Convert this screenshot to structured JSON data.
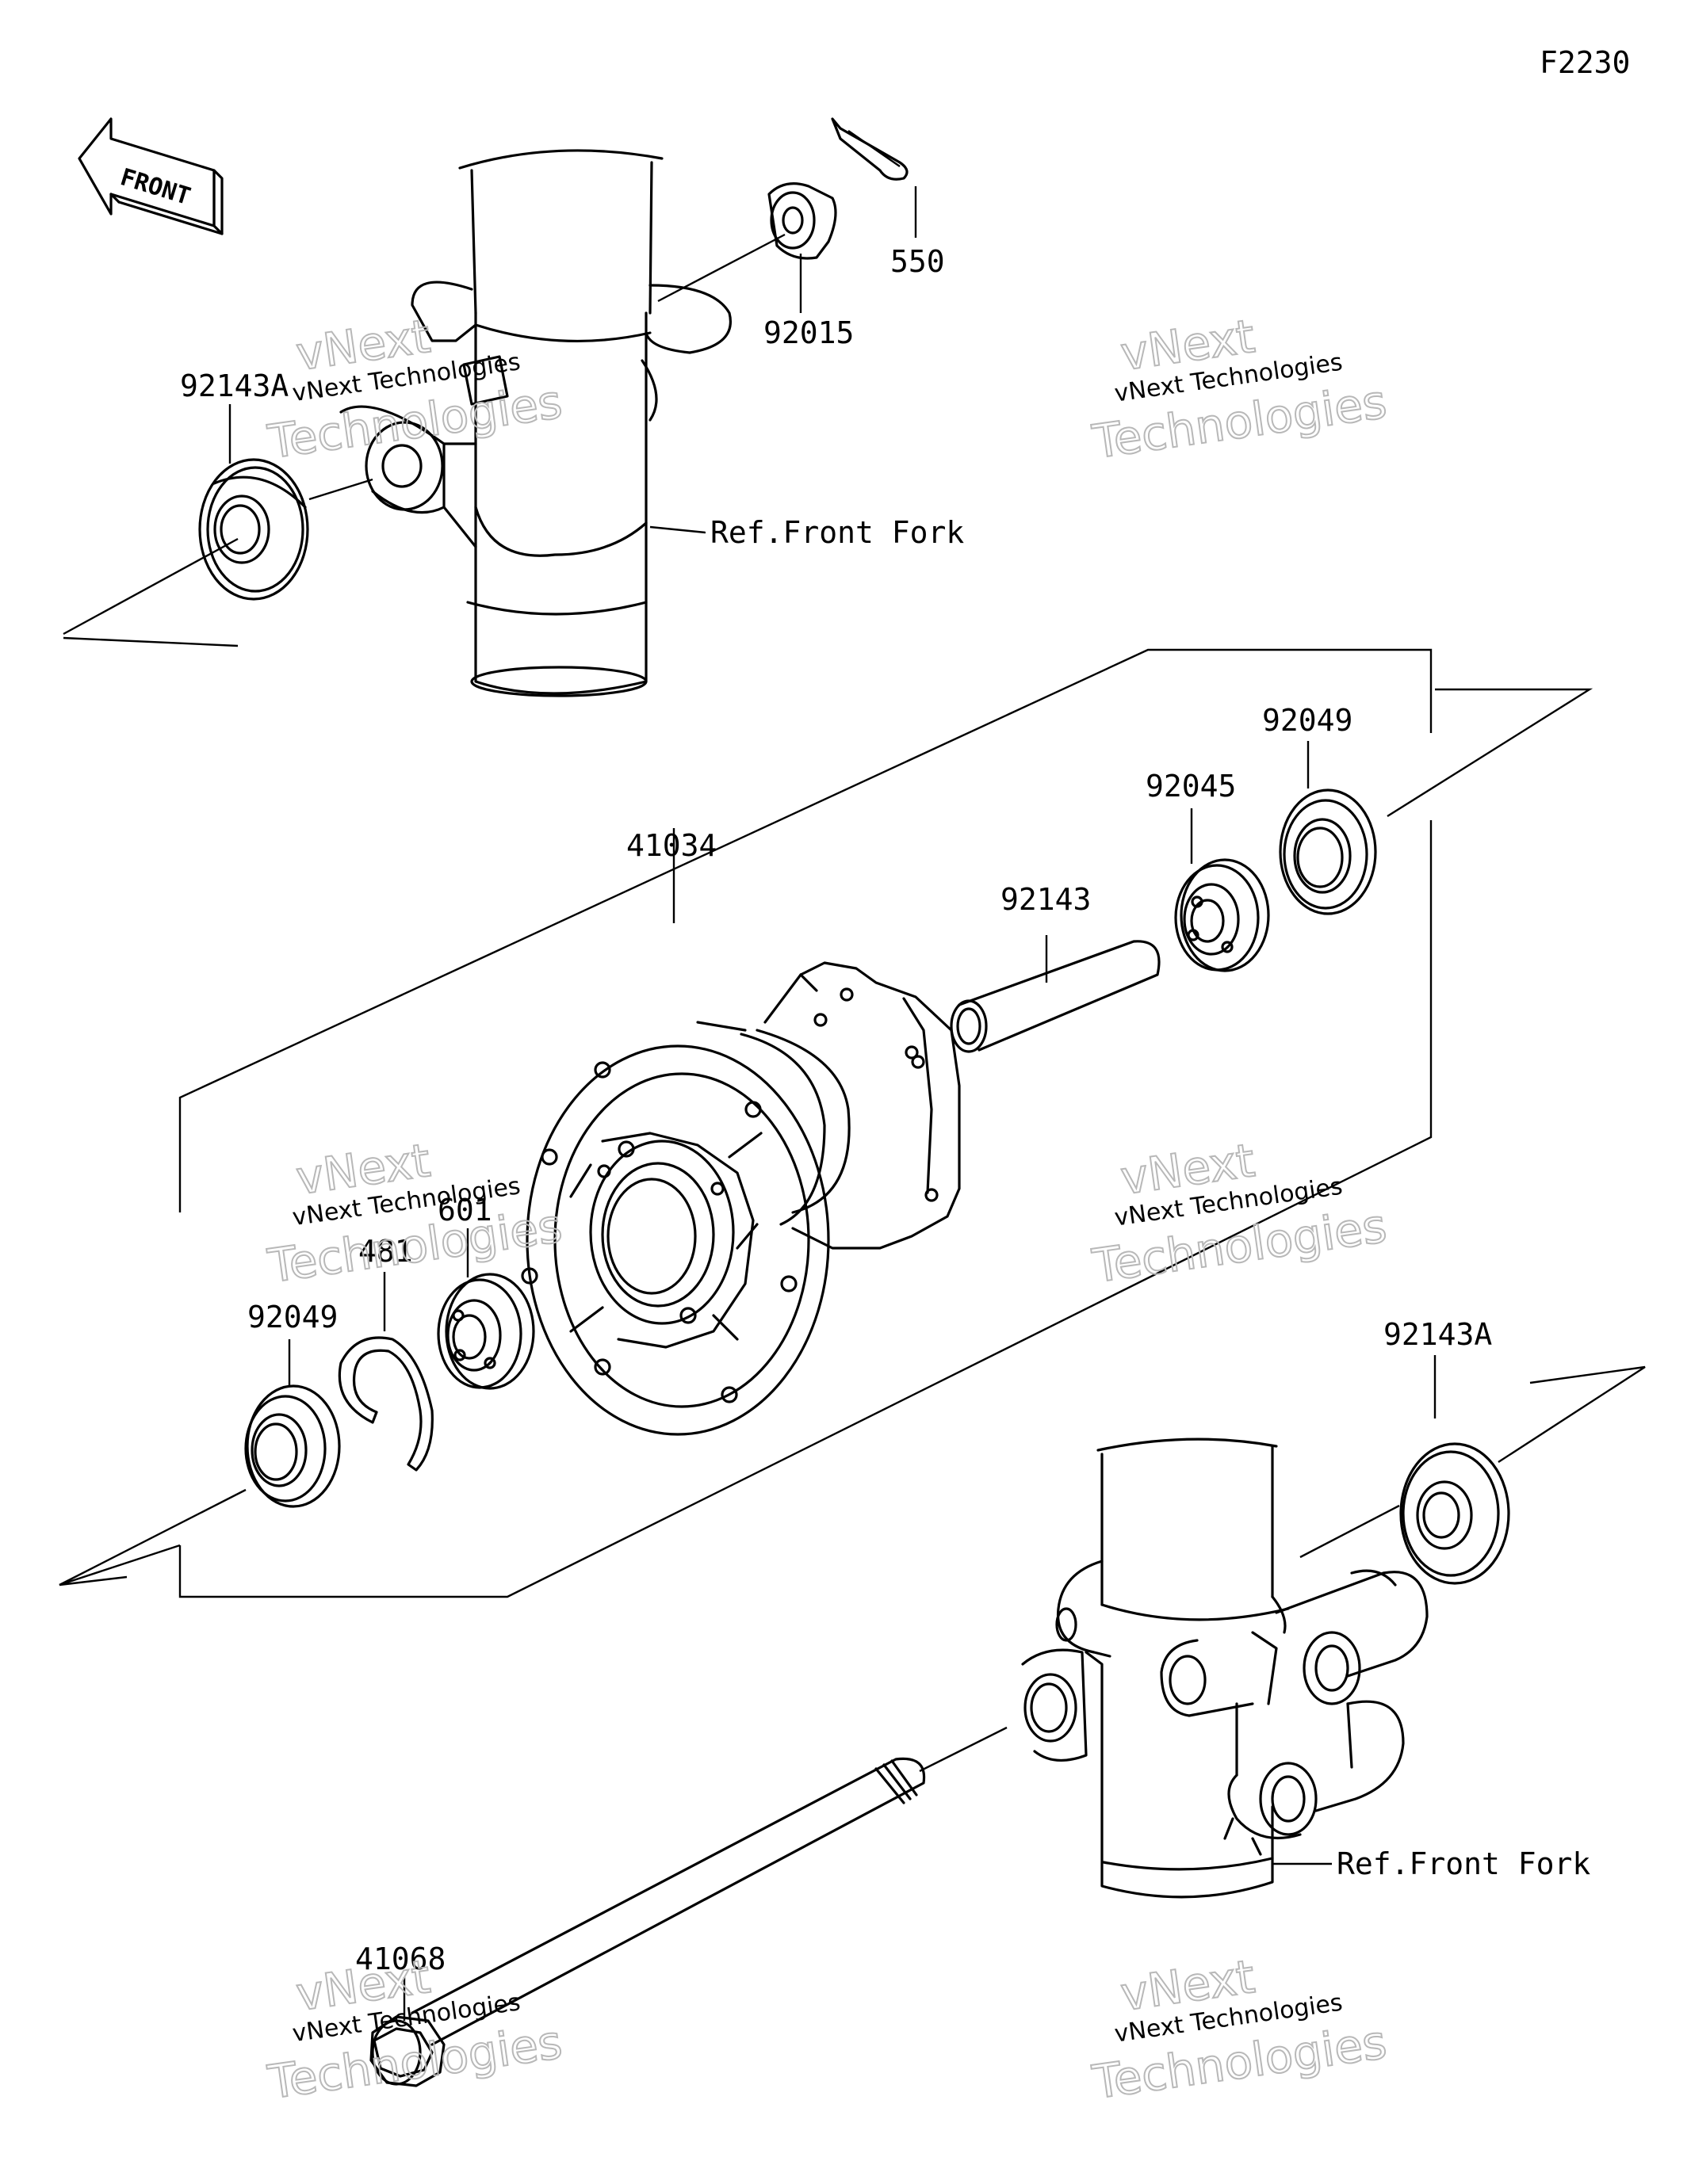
{
  "diagram_code": "F2230",
  "front_indicator": "FRONT",
  "watermark": {
    "line1": "vNext Technologies",
    "line2a": "vNext",
    "line2b": "Technologies"
  },
  "ref_labels": {
    "upper_fork": "Ref.Front Fork",
    "lower_fork": "Ref.Front Fork"
  },
  "parts": {
    "p550": "550",
    "p92015": "92015",
    "p92143A_top": "92143A",
    "p92049_right": "92049",
    "p92045": "92045",
    "p41034": "41034",
    "p92143": "92143",
    "p601": "601",
    "p481": "481",
    "p92049_left": "92049",
    "p92143A_bottom": "92143A",
    "p41068": "41068"
  }
}
